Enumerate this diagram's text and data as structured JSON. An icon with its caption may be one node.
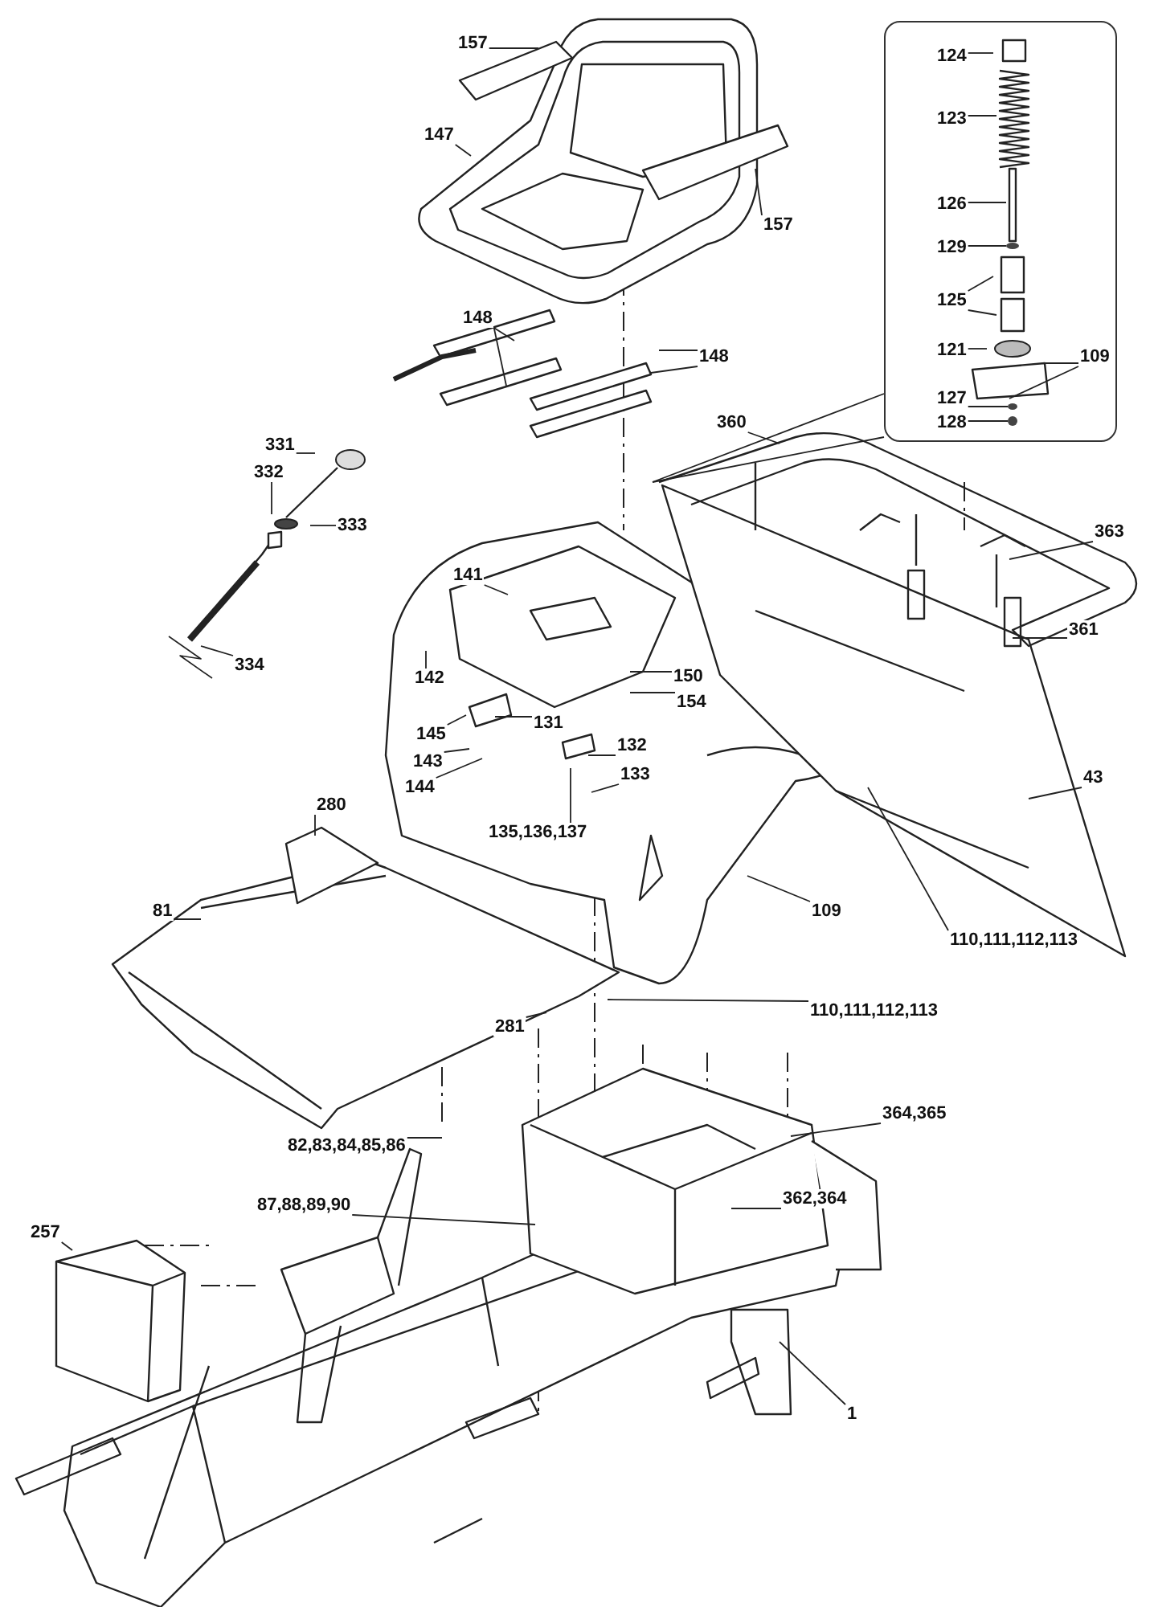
{
  "diagram": {
    "nodes": [
      {
        "text": [],
        "shape": "box"
      },
      {
        "text": [
          "124"
        ],
        "in": 0
      },
      {
        "text": [
          "123"
        ],
        "in": 0
      },
      {
        "text": [
          "126"
        ],
        "in": 0
      },
      {
        "text": [
          "129"
        ],
        "in": 0
      },
      {
        "text": [
          "125"
        ],
        "in": 0
      },
      {
        "text": [
          "121"
        ],
        "in": 0
      },
      {
        "text": [
          "109"
        ],
        "in": 0
      },
      {
        "text": [
          "127"
        ],
        "in": 0
      },
      {
        "text": [
          "128"
        ],
        "in": 0
      },
      {
        "text": [
          "157"
        ]
      },
      {
        "text": [
          "147"
        ]
      },
      {
        "text": [
          "157"
        ]
      },
      {
        "text": [
          "148"
        ]
      },
      {
        "text": [
          "148"
        ]
      },
      {
        "text": [
          "360"
        ]
      },
      {
        "text": [
          "331"
        ]
      },
      {
        "text": [
          "332"
        ]
      },
      {
        "text": [
          "333"
        ]
      },
      {
        "text": [
          "363"
        ]
      },
      {
        "text": [
          "141"
        ]
      },
      {
        "text": [
          "361"
        ]
      },
      {
        "text": [
          "334"
        ]
      },
      {
        "text": [
          "142"
        ]
      },
      {
        "text": [
          "150"
        ]
      },
      {
        "text": [
          "154"
        ]
      },
      {
        "text": [
          "131"
        ]
      },
      {
        "text": [
          "145"
        ]
      },
      {
        "text": [
          "132"
        ]
      },
      {
        "text": [
          "143"
        ]
      },
      {
        "text": [
          "133"
        ]
      },
      {
        "text": [
          "144"
        ]
      },
      {
        "text": [
          "43"
        ]
      },
      {
        "text": [
          "135,136,137"
        ]
      },
      {
        "text": [
          "280"
        ]
      },
      {
        "text": [
          "81"
        ]
      },
      {
        "text": [
          "109"
        ]
      },
      {
        "text": [
          "110,111,112,113"
        ]
      },
      {
        "text": [
          "110,111,112,113"
        ]
      },
      {
        "text": [
          "281"
        ]
      },
      {
        "text": [
          "364,365"
        ]
      },
      {
        "text": [
          "82,83,84,85,86"
        ]
      },
      {
        "text": [
          "87,88,89,90"
        ]
      },
      {
        "text": [
          "362,364"
        ]
      },
      {
        "text": [
          "257"
        ]
      },
      {
        "text": [
          "1"
        ]
      }
    ],
    "edges": [
      {
        "from": 0,
        "to": null,
        "arrow": "none"
      },
      {
        "from": 0,
        "to": null,
        "arrow": "none"
      },
      {
        "from": 1,
        "to": null,
        "arrow": "none"
      },
      {
        "from": 2,
        "to": null,
        "arrow": "none"
      },
      {
        "from": 3,
        "to": null,
        "arrow": "none"
      },
      {
        "from": 4,
        "to": null,
        "arrow": "none"
      },
      {
        "from": 5,
        "to": null,
        "arrow": "none"
      },
      {
        "from": 5,
        "to": null,
        "arrow": "none"
      },
      {
        "from": 6,
        "to": null,
        "arrow": "none"
      },
      {
        "from": 7,
        "to": null,
        "arrow": "none"
      },
      {
        "from": 7,
        "to": null,
        "arrow": "none"
      },
      {
        "from": 8,
        "to": null,
        "arrow": "none"
      },
      {
        "from": 9,
        "to": null,
        "arrow": "none"
      },
      {
        "from": 10,
        "to": null,
        "arrow": "none"
      },
      {
        "from": 11,
        "to": null,
        "arrow": "none"
      },
      {
        "from": 12,
        "to": null,
        "arrow": "none"
      },
      {
        "from": 13,
        "to": null,
        "arrow": "none"
      },
      {
        "from": 13,
        "to": null,
        "arrow": "none"
      },
      {
        "from": 14,
        "to": null,
        "arrow": "none"
      },
      {
        "from": 14,
        "to": null,
        "arrow": "none"
      },
      {
        "from": 15,
        "to": null,
        "arrow": "none"
      },
      {
        "from": 16,
        "to": null,
        "arrow": "none"
      },
      {
        "from": 17,
        "to": null,
        "arrow": "none"
      },
      {
        "from": 18,
        "to": null,
        "arrow": "none"
      },
      {
        "from": 19,
        "to": null,
        "arrow": "none"
      },
      {
        "from": 20,
        "to": null,
        "arrow": "none"
      },
      {
        "from": 21,
        "to": null,
        "arrow": "none"
      },
      {
        "from": 22,
        "to": null,
        "arrow": "none"
      },
      {
        "from": 23,
        "to": null,
        "arrow": "none"
      },
      {
        "from": 24,
        "to": null,
        "arrow": "none"
      },
      {
        "from": 25,
        "to": null,
        "arrow": "none"
      },
      {
        "from": 26,
        "to": null,
        "arrow": "none"
      },
      {
        "from": 27,
        "to": null,
        "arrow": "none"
      },
      {
        "from": 28,
        "to": null,
        "arrow": "none"
      },
      {
        "from": 29,
        "to": null,
        "arrow": "none"
      },
      {
        "from": 30,
        "to": null,
        "arrow": "none"
      },
      {
        "from": 31,
        "to": null,
        "arrow": "none"
      },
      {
        "from": 32,
        "to": null,
        "arrow": "none"
      },
      {
        "from": 33,
        "to": null,
        "arrow": "none"
      },
      {
        "from": 34,
        "to": null,
        "arrow": "none"
      },
      {
        "from": 35,
        "to": null,
        "arrow": "none"
      },
      {
        "from": 36,
        "to": null,
        "arrow": "none"
      },
      {
        "from": 37,
        "to": null,
        "arrow": "none"
      },
      {
        "from": 38,
        "to": null,
        "arrow": "none"
      },
      {
        "from": 39,
        "to": null,
        "arrow": "none"
      },
      {
        "from": 40,
        "to": null,
        "arrow": "none"
      },
      {
        "from": 41,
        "to": null,
        "arrow": "none"
      },
      {
        "from": 42,
        "to": null,
        "arrow": "none"
      },
      {
        "from": 43,
        "to": null,
        "arrow": "none"
      },
      {
        "from": 44,
        "to": null,
        "arrow": "none"
      },
      {
        "from": 45,
        "to": null,
        "arrow": "none"
      }
    ]
  }
}
